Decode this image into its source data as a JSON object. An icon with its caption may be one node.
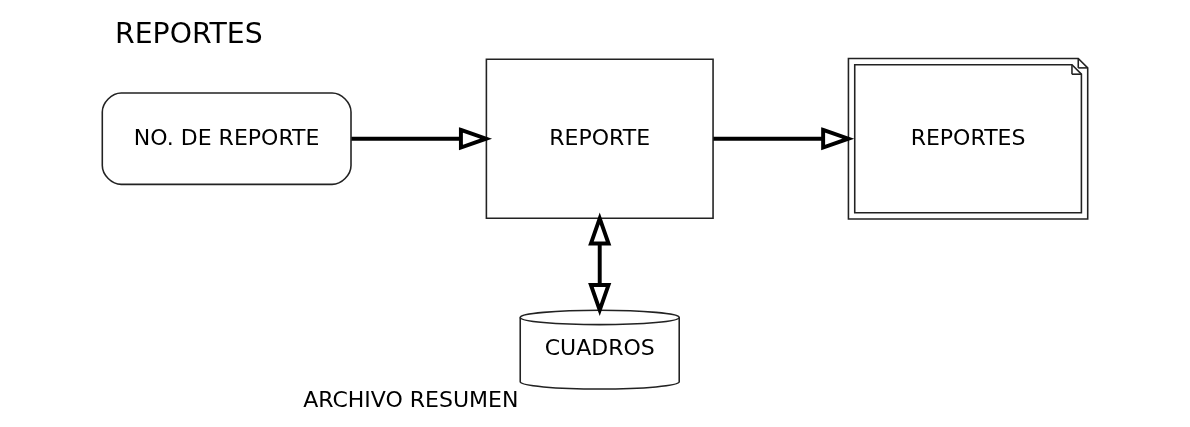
{
  "diagram": {
    "title": "REPORTES",
    "nodes": [
      {
        "text": [
          "NO. DE REPORTE"
        ]
      },
      {
        "text": [
          "REPORTE"
        ]
      },
      {
        "text": [
          "REPORTES"
        ]
      },
      {
        "text": [
          "CUADROS"
        ],
        "beside": [
          "ARCHIVO RESUMEN"
        ]
      }
    ],
    "edges": [
      {
        "from": 0,
        "to": 1,
        "arrow": "to"
      },
      {
        "from": 1,
        "to": 2,
        "arrow": "to"
      },
      {
        "from": 1,
        "to": 3,
        "arrow": "both"
      }
    ]
  }
}
